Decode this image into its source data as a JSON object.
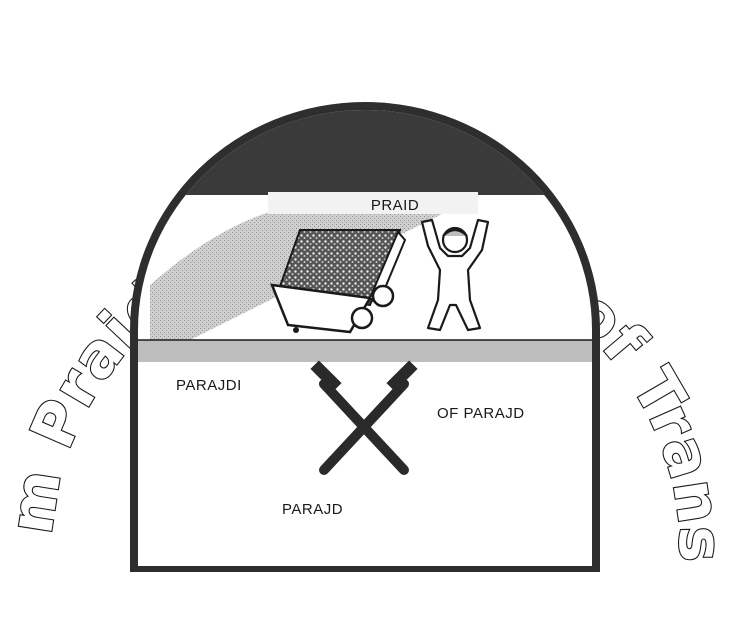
{
  "logo": {
    "arc_text": "Salt from Praid from Heart of Transilvania",
    "top_banner_label": "PRAID",
    "labels": {
      "left": "PARAJDI",
      "right": "OF PARAJD",
      "bottom": "PARAJD"
    }
  },
  "colors": {
    "ink": "#1a1a1a",
    "dark_band": "#3a3a3a",
    "gray_band": "#bdbdbd",
    "light_gray": "#dcdcdc",
    "background": "#ffffff"
  },
  "icons": [
    "mine-cart-icon",
    "miner-figure-icon",
    "crossed-hammers-icon"
  ]
}
